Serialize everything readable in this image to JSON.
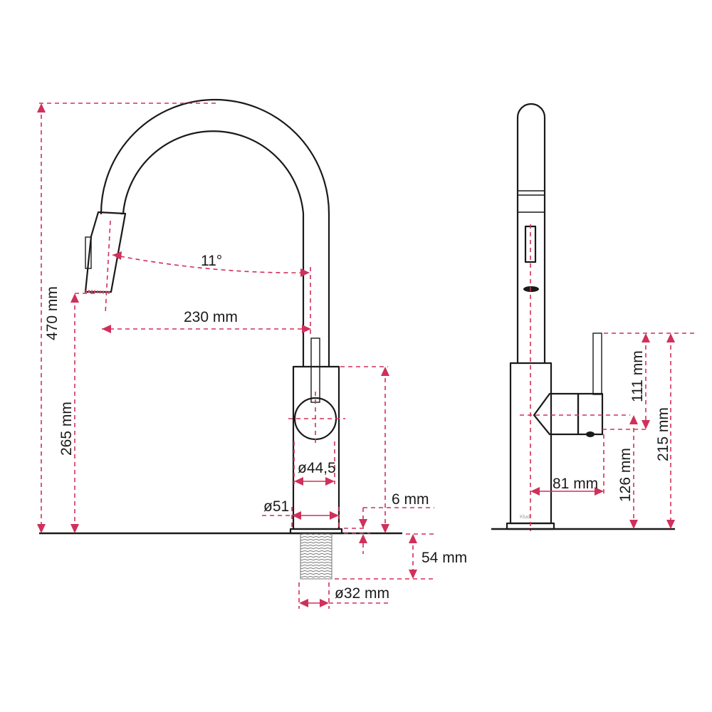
{
  "colors": {
    "outline": "#1a1a1a",
    "dimension": "#d0305a",
    "background": "#ffffff"
  },
  "dimensions": {
    "total_height": "470 mm",
    "spout_height": "265 mm",
    "spout_reach": "230 mm",
    "swivel_angle": "11°",
    "lever_diameter": "ø44,5",
    "body_diameter": "ø51",
    "base_height": "6 mm",
    "shank_length": "54 mm",
    "shank_diameter": "ø32 mm",
    "lever_height": "111 mm",
    "lever_axis_height": "126 mm",
    "lever_length": "215 mm",
    "lever_offset": "81 mm"
  },
  "brand_mark": "Kludi"
}
